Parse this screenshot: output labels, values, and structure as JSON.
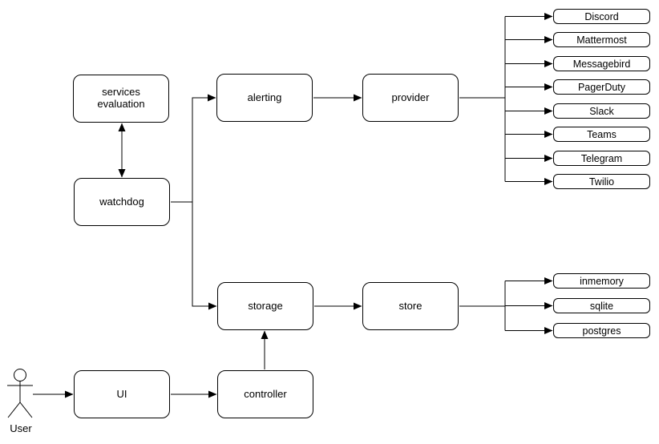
{
  "diagram": {
    "nodes": {
      "services_evaluation": {
        "label": "services evaluation"
      },
      "watchdog": {
        "label": "watchdog"
      },
      "alerting": {
        "label": "alerting"
      },
      "provider": {
        "label": "provider"
      },
      "storage": {
        "label": "storage"
      },
      "store": {
        "label": "store"
      },
      "ui": {
        "label": "UI"
      },
      "controller": {
        "label": "controller"
      }
    },
    "actor": {
      "label": "User",
      "icon": "stick-figure-user-icon"
    },
    "provider_children": [
      "Discord",
      "Mattermost",
      "Messagebird",
      "PagerDuty",
      "Slack",
      "Teams",
      "Telegram",
      "Twilio"
    ],
    "store_children": [
      "inmemory",
      "sqlite",
      "postgres"
    ],
    "edges": [
      "services_evaluation <-> watchdog",
      "watchdog -> alerting",
      "watchdog -> storage",
      "alerting -> provider",
      "provider -> Discord|Mattermost|Messagebird|PagerDuty|Slack|Teams|Telegram|Twilio",
      "storage -> store",
      "store -> inmemory|sqlite|postgres",
      "User -> UI",
      "UI -> controller",
      "controller -> storage"
    ],
    "colors": {
      "background": "#ffffff",
      "node_fill": "#ffffff",
      "stroke": "#000000",
      "text": "#000000"
    }
  }
}
